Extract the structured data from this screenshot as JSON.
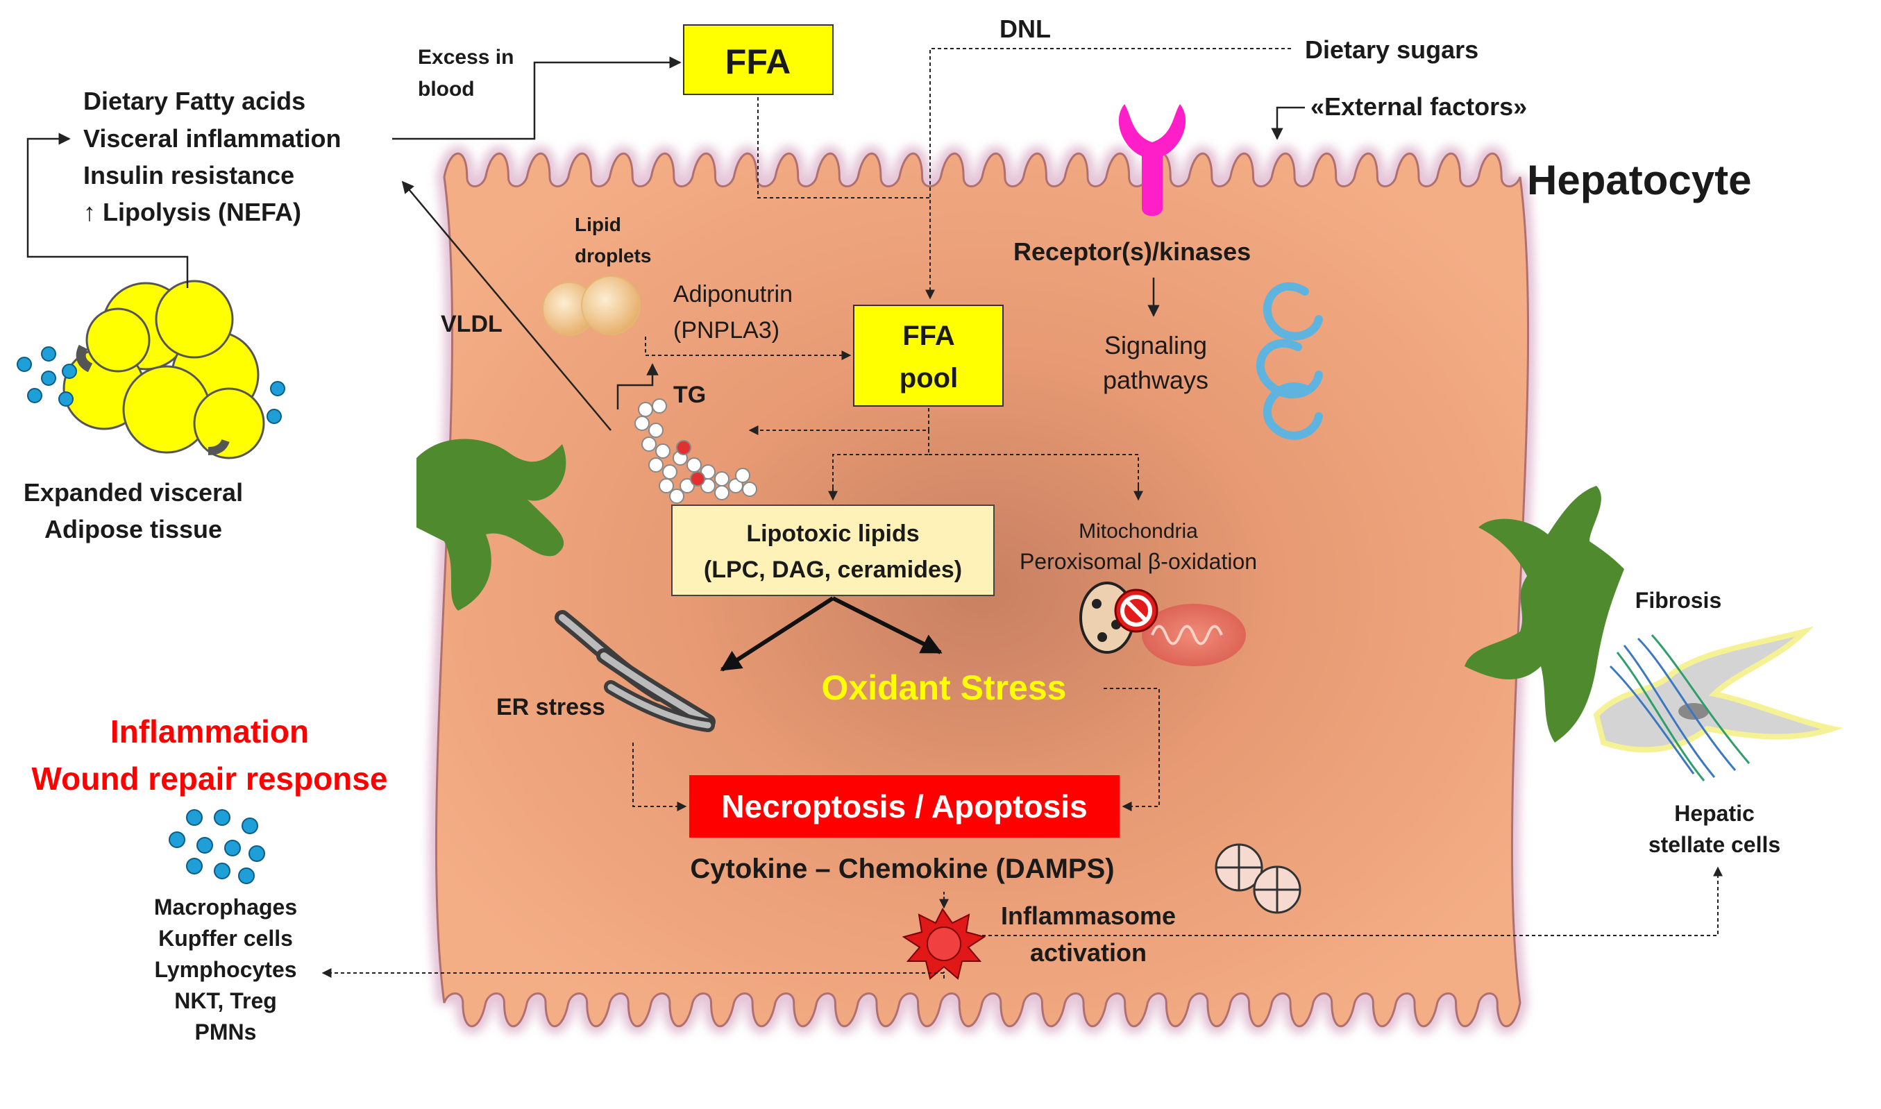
{
  "labels": {
    "ffa": "FFA",
    "excess_blood_1": "Excess in",
    "excess_blood_2": "blood",
    "dnl": "DNL",
    "dietary_sugars": "Dietary sugars",
    "external_factors": "«External factors»",
    "hepatocyte": "Hepatocyte",
    "dietary_list": [
      "Dietary Fatty acids",
      "Visceral inflammation",
      "Insulin resistance",
      "↑ Lipolysis (NEFA)"
    ],
    "adipose_1": "Expanded visceral",
    "adipose_2": "Adipose tissue",
    "lipid_droplets_1": "Lipid",
    "lipid_droplets_2": "droplets",
    "adiponutrin_1": "Adiponutrin",
    "adiponutrin_2": "(PNPLA3)",
    "vldl": "VLDL",
    "tg": "TG",
    "ffa_pool_1": "FFA",
    "ffa_pool_2": "pool",
    "receptor": "Receptor(s)/kinases",
    "signaling_1": "Signaling",
    "signaling_2": "pathways",
    "lipotoxic_1": "Lipotoxic lipids",
    "lipotoxic_2": "(LPC, DAG, ceramides)",
    "mito_1": "Mitochondria",
    "mito_2": "Peroxisomal β-oxidation",
    "er_stress": "ER stress",
    "oxidant_stress": "Oxidant  Stress",
    "necroptosis": "Necroptosis / Apoptosis",
    "cytokine": "Cytokine – Chemokine (DAMPS)",
    "inflammasome_1": "Inflammasome",
    "inflammasome_2": "activation",
    "inflammation_1": "Inflammation",
    "inflammation_2": "Wound repair response",
    "immune_cells": [
      "Macrophages",
      "Kupffer cells",
      "Lymphocytes",
      "NKT, Treg",
      "PMNs"
    ],
    "fibrosis": "Fibrosis",
    "stellate_1": "Hepatic",
    "stellate_2": "stellate cells"
  },
  "colors": {
    "cell_fill": "#EFA27A",
    "cell_border": "#C98E9A",
    "ffa_box": "#FFFF00",
    "lipotoxic_box": "#FFF2B8",
    "necroptosis_box": "#FF0000",
    "oxidant_text": "#FFFF00",
    "inflammation_text": "#FF0000",
    "receptor": "#FF1FC8",
    "kupffer_green": "#4E8A2E",
    "adipose_yellow": "#FFFF00",
    "immune_blue": "#1E9FD8"
  }
}
